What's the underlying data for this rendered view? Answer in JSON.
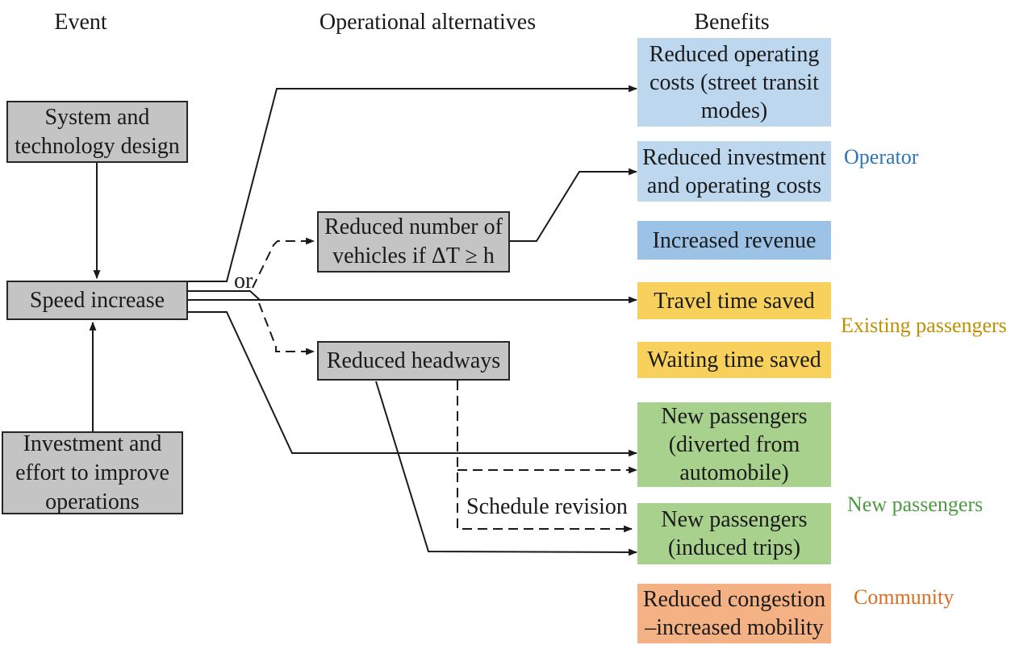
{
  "headers": {
    "event": "Event",
    "operational": "Operational alternatives",
    "benefits": "Benefits"
  },
  "event_boxes": {
    "system_design": "System and\ntechnology design",
    "speed_increase": "Speed increase",
    "investment": "Investment and\neffort to improve\noperations"
  },
  "alternative_boxes": {
    "reduced_vehicles": "Reduced number of\nvehicles if ΔT ≥ h",
    "reduced_headways": "Reduced headways"
  },
  "annotations": {
    "or": "or",
    "schedule_revision": "Schedule revision"
  },
  "benefit_boxes": [
    {
      "label": "Reduced operating\ncosts (street transit\nmodes)",
      "color": "#BDD7EE",
      "group": "Operator"
    },
    {
      "label": "Reduced investment\nand operating costs",
      "color": "#BDD7EE",
      "group": "Operator"
    },
    {
      "label": "Increased revenue",
      "color": "#9CC3E6",
      "group": "Operator"
    },
    {
      "label": "Travel time saved",
      "color": "#F8D15C",
      "group": "Existing passengers"
    },
    {
      "label": "Waiting time saved",
      "color": "#F8D15C",
      "group": "Existing passengers"
    },
    {
      "label": "New passengers\n(diverted from\nautomobile)",
      "color": "#A9D18E",
      "group": "New passengers"
    },
    {
      "label": "New passengers\n(induced trips)",
      "color": "#A9D18E",
      "group": "New passengers"
    },
    {
      "label": "Reduced congestion\n–increased mobility",
      "color": "#F4B183",
      "group": "Community"
    }
  ],
  "group_labels": [
    {
      "label": "Operator",
      "color": "#2E75B6"
    },
    {
      "label": "Existing passengers",
      "color": "#BF9000"
    },
    {
      "label": "New passengers",
      "color": "#4D9A43"
    },
    {
      "label": "Community",
      "color": "#DC6E1E"
    }
  ],
  "colors": {
    "box_gray": "#C4C4C4",
    "box_border": "#262626",
    "line": "#1A1A1A"
  }
}
